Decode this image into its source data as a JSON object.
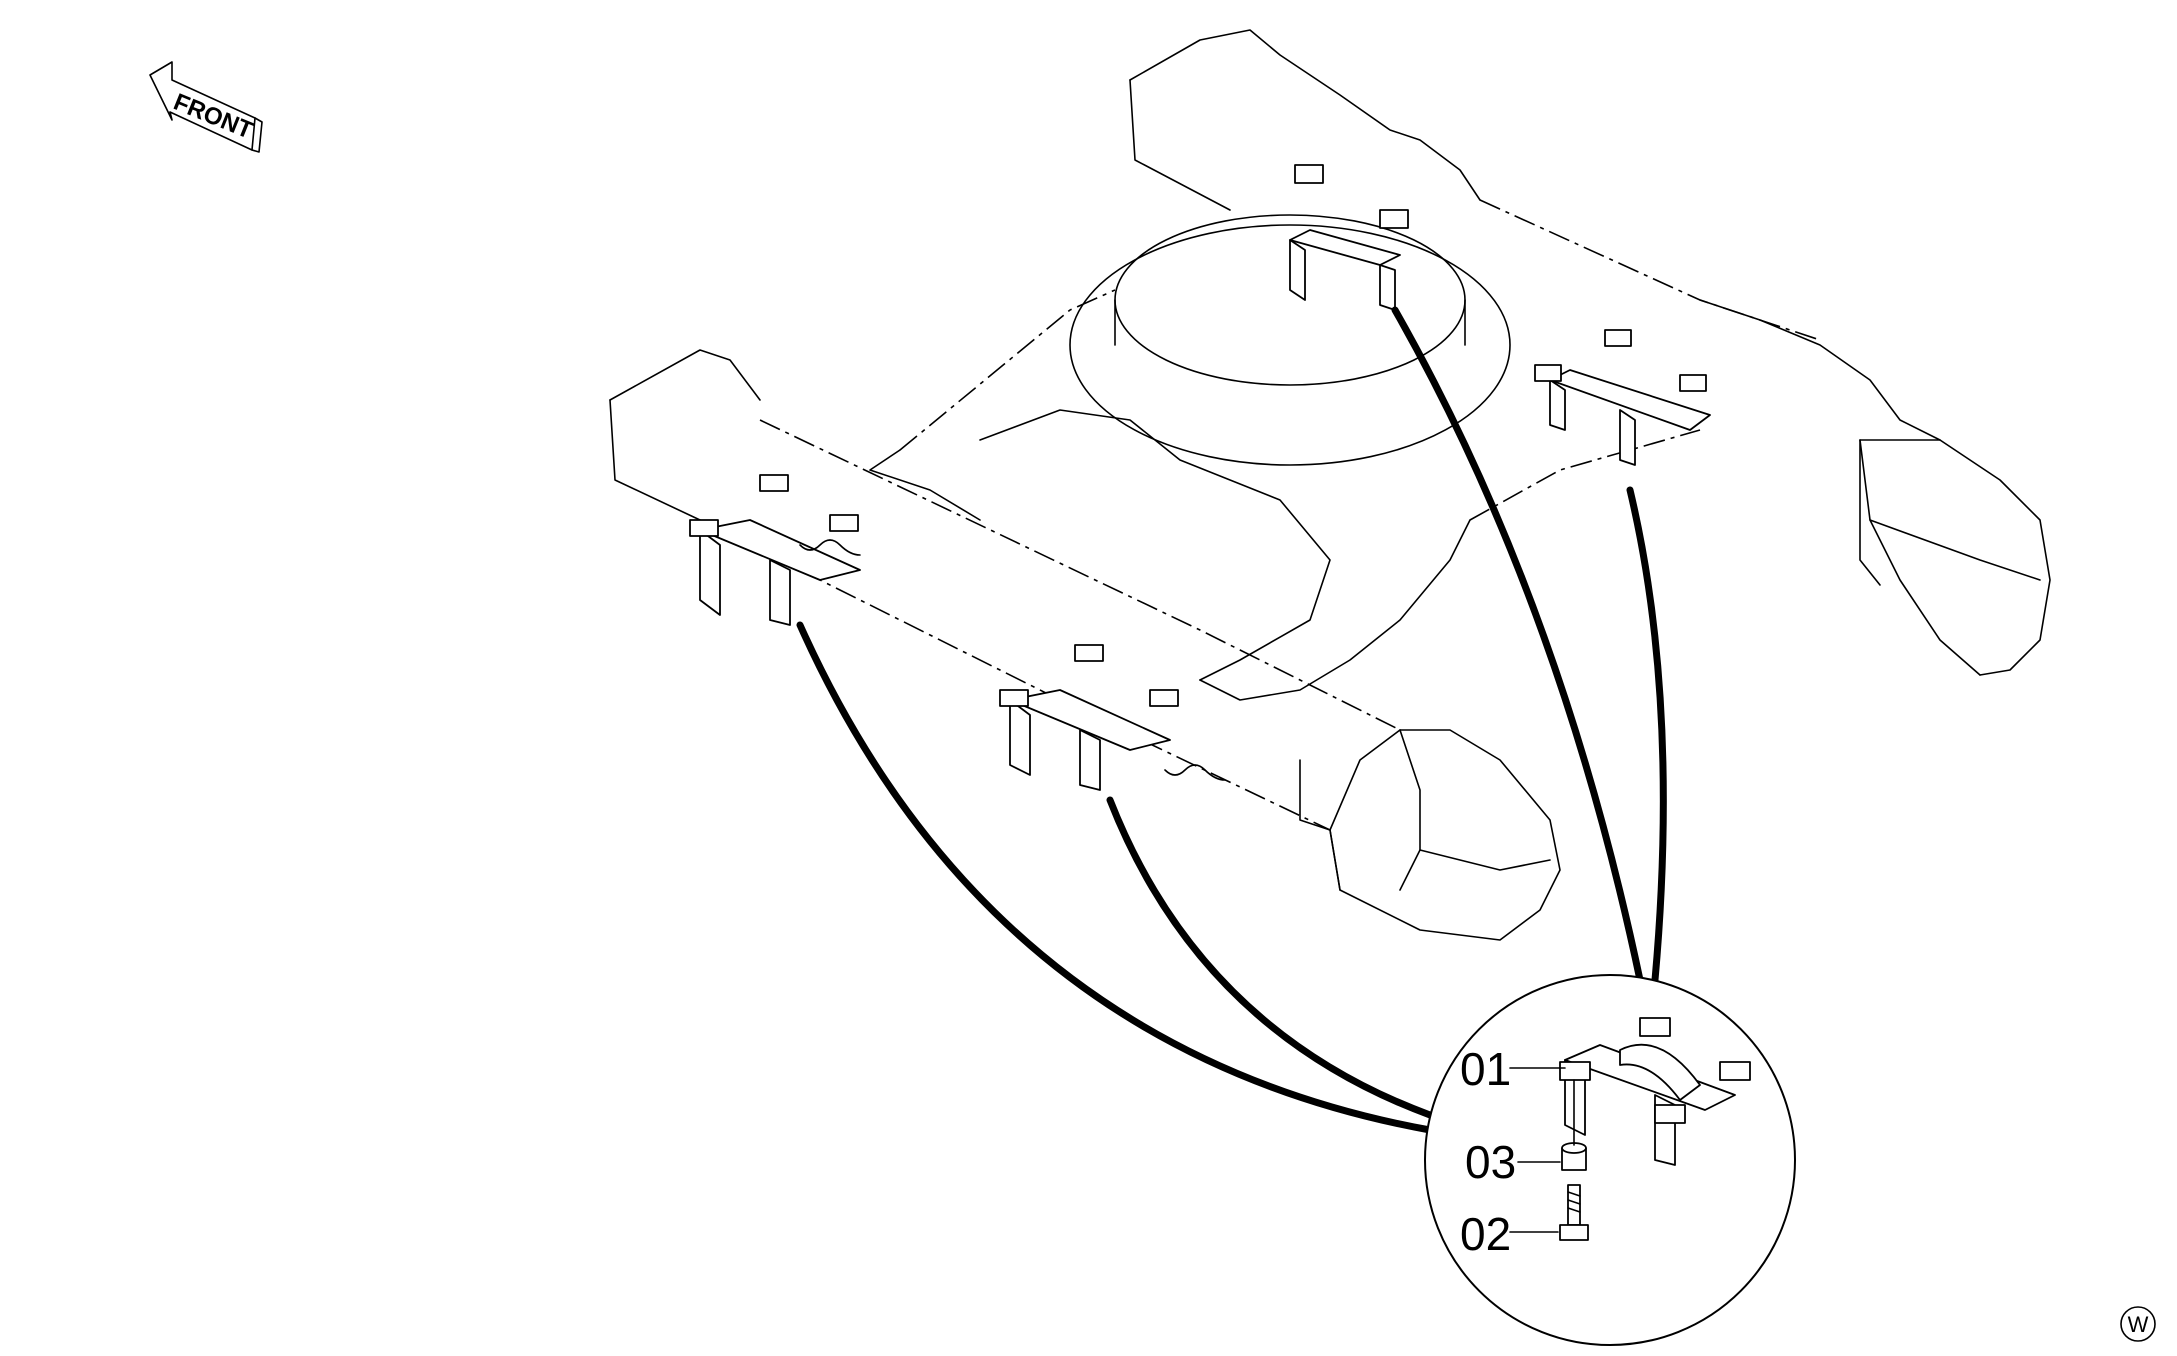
{
  "drawing": {
    "direction_label": "FRONT",
    "corner_mark": "W"
  },
  "callouts": [
    {
      "number": "01"
    },
    {
      "number": "03"
    },
    {
      "number": "02"
    }
  ]
}
